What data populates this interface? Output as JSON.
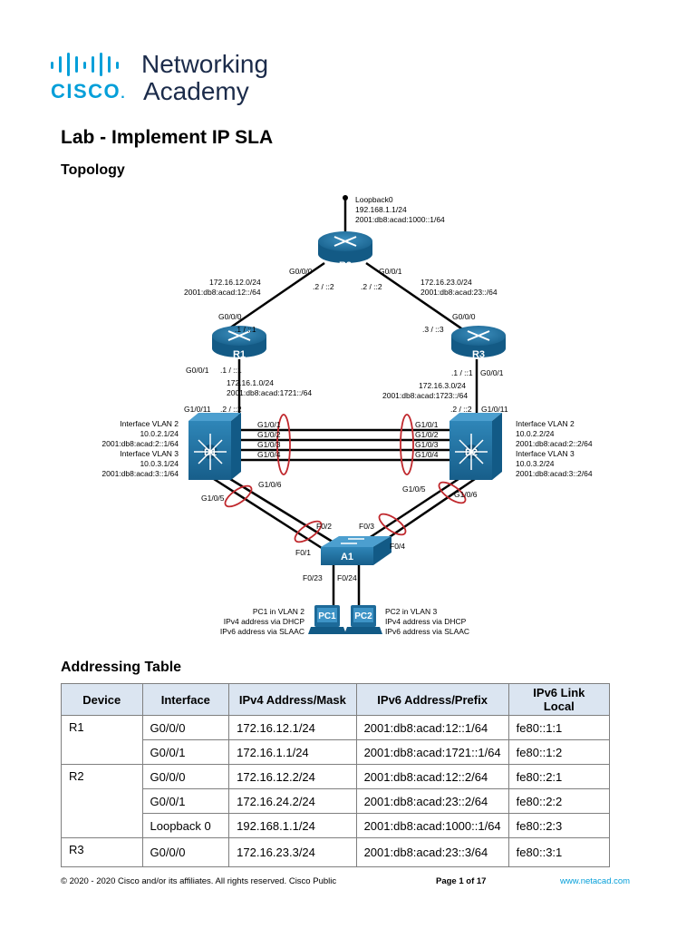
{
  "logo": {
    "cisco": "CISCO",
    "networking": "Networking",
    "academy": "Academy"
  },
  "title": "Lab - Implement IP SLA",
  "topology_heading": "Topology",
  "topology": {
    "r2": {
      "name": "R2",
      "loopback": "Loopback0",
      "lo_ipv4": "192.168.1.1/24",
      "lo_ipv6": "2001:db8:acad:1000::1/64",
      "if_left": "G0/0/0",
      "if_right": "G0/0/1",
      "addr_left": ".2 / ::2",
      "addr_right": ".2 / ::2"
    },
    "r1": {
      "name": "R1",
      "if_top": "G0/0/0",
      "addr_top": ".1 / ::1",
      "if_bottom": "G0/0/1",
      "addr_bottom": ".1 / ::1"
    },
    "r3": {
      "name": "R3",
      "if_top": "G0/0/0",
      "addr_top": ".3 / ::3",
      "if_bottom": "G0/0/1",
      "addr_bottom": ".1 / ::1"
    },
    "net_r1r2": {
      "ipv4": "172.16.12.0/24",
      "ipv6": "2001:db8:acad:12::/64"
    },
    "net_r2r3": {
      "ipv4": "172.16.23.0/24",
      "ipv6": "2001:db8:acad:23::/64"
    },
    "net_r1d1": {
      "ipv4": "172.16.1.0/24",
      "ipv6": "2001:db8:acad:1721::/64"
    },
    "net_r3d2": {
      "ipv4": "172.16.3.0/24",
      "ipv6": "2001:db8:acad:1723::/64"
    },
    "d1": {
      "name": "D1",
      "if_top": "G1/0/11",
      "addr_top": ".2 / ::2",
      "vlan2": "Interface VLAN 2",
      "vlan2_ipv4": "10.0.2.1/24",
      "vlan2_ipv6": "2001:db8:acad:2::1/64",
      "vlan3": "Interface VLAN 3",
      "vlan3_ipv4": "10.0.3.1/24",
      "vlan3_ipv6": "2001:db8:acad:3::1/64",
      "if_g5": "G1/0/5",
      "if_g6": "G1/0/6"
    },
    "d2": {
      "name": "D2",
      "if_top": "G1/0/11",
      "addr_top": ".2 / ::2",
      "vlan2": "Interface VLAN 2",
      "vlan2_ipv4": "10.0.2.2/24",
      "vlan2_ipv6": "2001:db8:acad:2::2/64",
      "vlan3": "Interface VLAN 3",
      "vlan3_ipv4": "10.0.3.2/24",
      "vlan3_ipv6": "2001:db8:acad:3::2/64",
      "if_g5": "G1/0/5",
      "if_g6": "G1/0/6"
    },
    "trunk_ports": [
      "G1/0/1",
      "G1/0/2",
      "G1/0/3",
      "G1/0/4"
    ],
    "a1": {
      "name": "A1",
      "f01": "F0/1",
      "f02": "F0/2",
      "f03": "F0/3",
      "f04": "F0/4",
      "f023": "F0/23",
      "f024": "F0/24"
    },
    "pc1": {
      "name": "PC1",
      "l1": "PC1 in VLAN 2",
      "l2": "IPv4 address via DHCP",
      "l3": "IPv6 address via SLAAC"
    },
    "pc2": {
      "name": "PC2",
      "l1": "PC2 in VLAN 3",
      "l2": "IPv4 address via DHCP",
      "l3": "IPv6 address via SLAAC"
    }
  },
  "addressing_heading": "Addressing Table",
  "table": {
    "headers": [
      "Device",
      "Interface",
      "IPv4 Address/Mask",
      "IPv6 Address/Prefix",
      "IPv6 Link Local"
    ],
    "rows": [
      {
        "device": "R1",
        "interface": "G0/0/0",
        "ipv4": "172.16.12.1/24",
        "ipv6": "2001:db8:acad:12::1/64",
        "ll": "fe80::1:1"
      },
      {
        "device": "",
        "interface": "G0/0/1",
        "ipv4": "172.16.1.1/24",
        "ipv6": "2001:db8:acad:1721::1/64",
        "ll": "fe80::1:2"
      },
      {
        "device": "R2",
        "interface": "G0/0/0",
        "ipv4": "172.16.12.2/24",
        "ipv6": "2001:db8:acad:12::2/64",
        "ll": "fe80::2:1"
      },
      {
        "device": "",
        "interface": "G0/0/1",
        "ipv4": "172.16.24.2/24",
        "ipv6": "2001:db8:acad:23::2/64",
        "ll": "fe80::2:2"
      },
      {
        "device": "",
        "interface": "Loopback 0",
        "ipv4": "192.168.1.1/24",
        "ipv6": "2001:db8:acad:1000::1/64",
        "ll": "fe80::2:3"
      },
      {
        "device": "R3",
        "interface": "G0/0/0",
        "ipv4": "172.16.23.3/24",
        "ipv6": "2001:db8:acad:23::3/64",
        "ll": "fe80::3:1"
      }
    ]
  },
  "footer": {
    "copyright": "© 2020 - 2020 Cisco and/or its affiliates. All rights reserved. Cisco Public",
    "page": "Page 1 of 17",
    "url": "www.netacad.com"
  },
  "colors": {
    "brand": "#049fd9",
    "device": "#1a6e9e",
    "link_ellipse": "#c0282d",
    "table_header": "#dbe5f1"
  }
}
